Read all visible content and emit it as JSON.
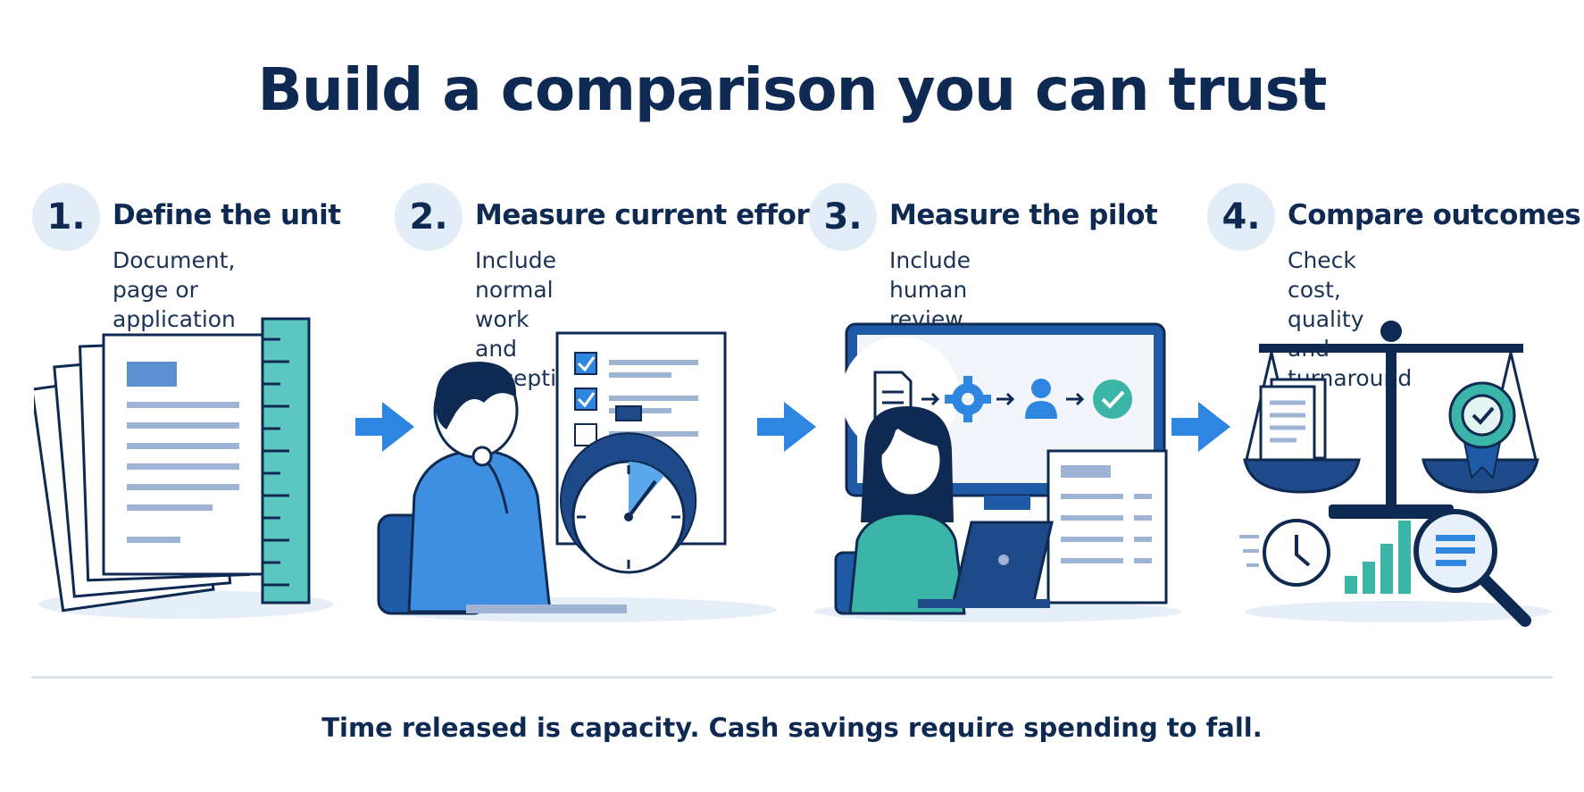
{
  "title": "Build a comparison you can trust",
  "steps": [
    {
      "number": "1.",
      "title": "Define the unit",
      "description": "Document, page or\napplication"
    },
    {
      "number": "2.",
      "title": "Measure current effort",
      "description": "Include normal work\nand exceptions"
    },
    {
      "number": "3.",
      "title": "Measure the pilot",
      "description": "Include human review\nand all fees"
    },
    {
      "number": "4.",
      "title": "Compare outcomes",
      "description": "Check cost, quality and\nturnaround"
    }
  ],
  "footer": "Time released is capacity. Cash savings require spending to fall.",
  "colors": {
    "navy": "#0f2a52",
    "blue": "#2f86e0",
    "teal": "#3bb5a8",
    "light": "#e3edf8"
  },
  "icons": [
    "ruler-icon",
    "checklist-icon",
    "stopwatch-icon",
    "document-icon",
    "gear-icon",
    "user-icon",
    "check-circle-icon",
    "scale-icon",
    "award-badge-icon",
    "clock-icon",
    "bar-chart-icon",
    "magnifier-icon",
    "arrow-right-icon"
  ]
}
